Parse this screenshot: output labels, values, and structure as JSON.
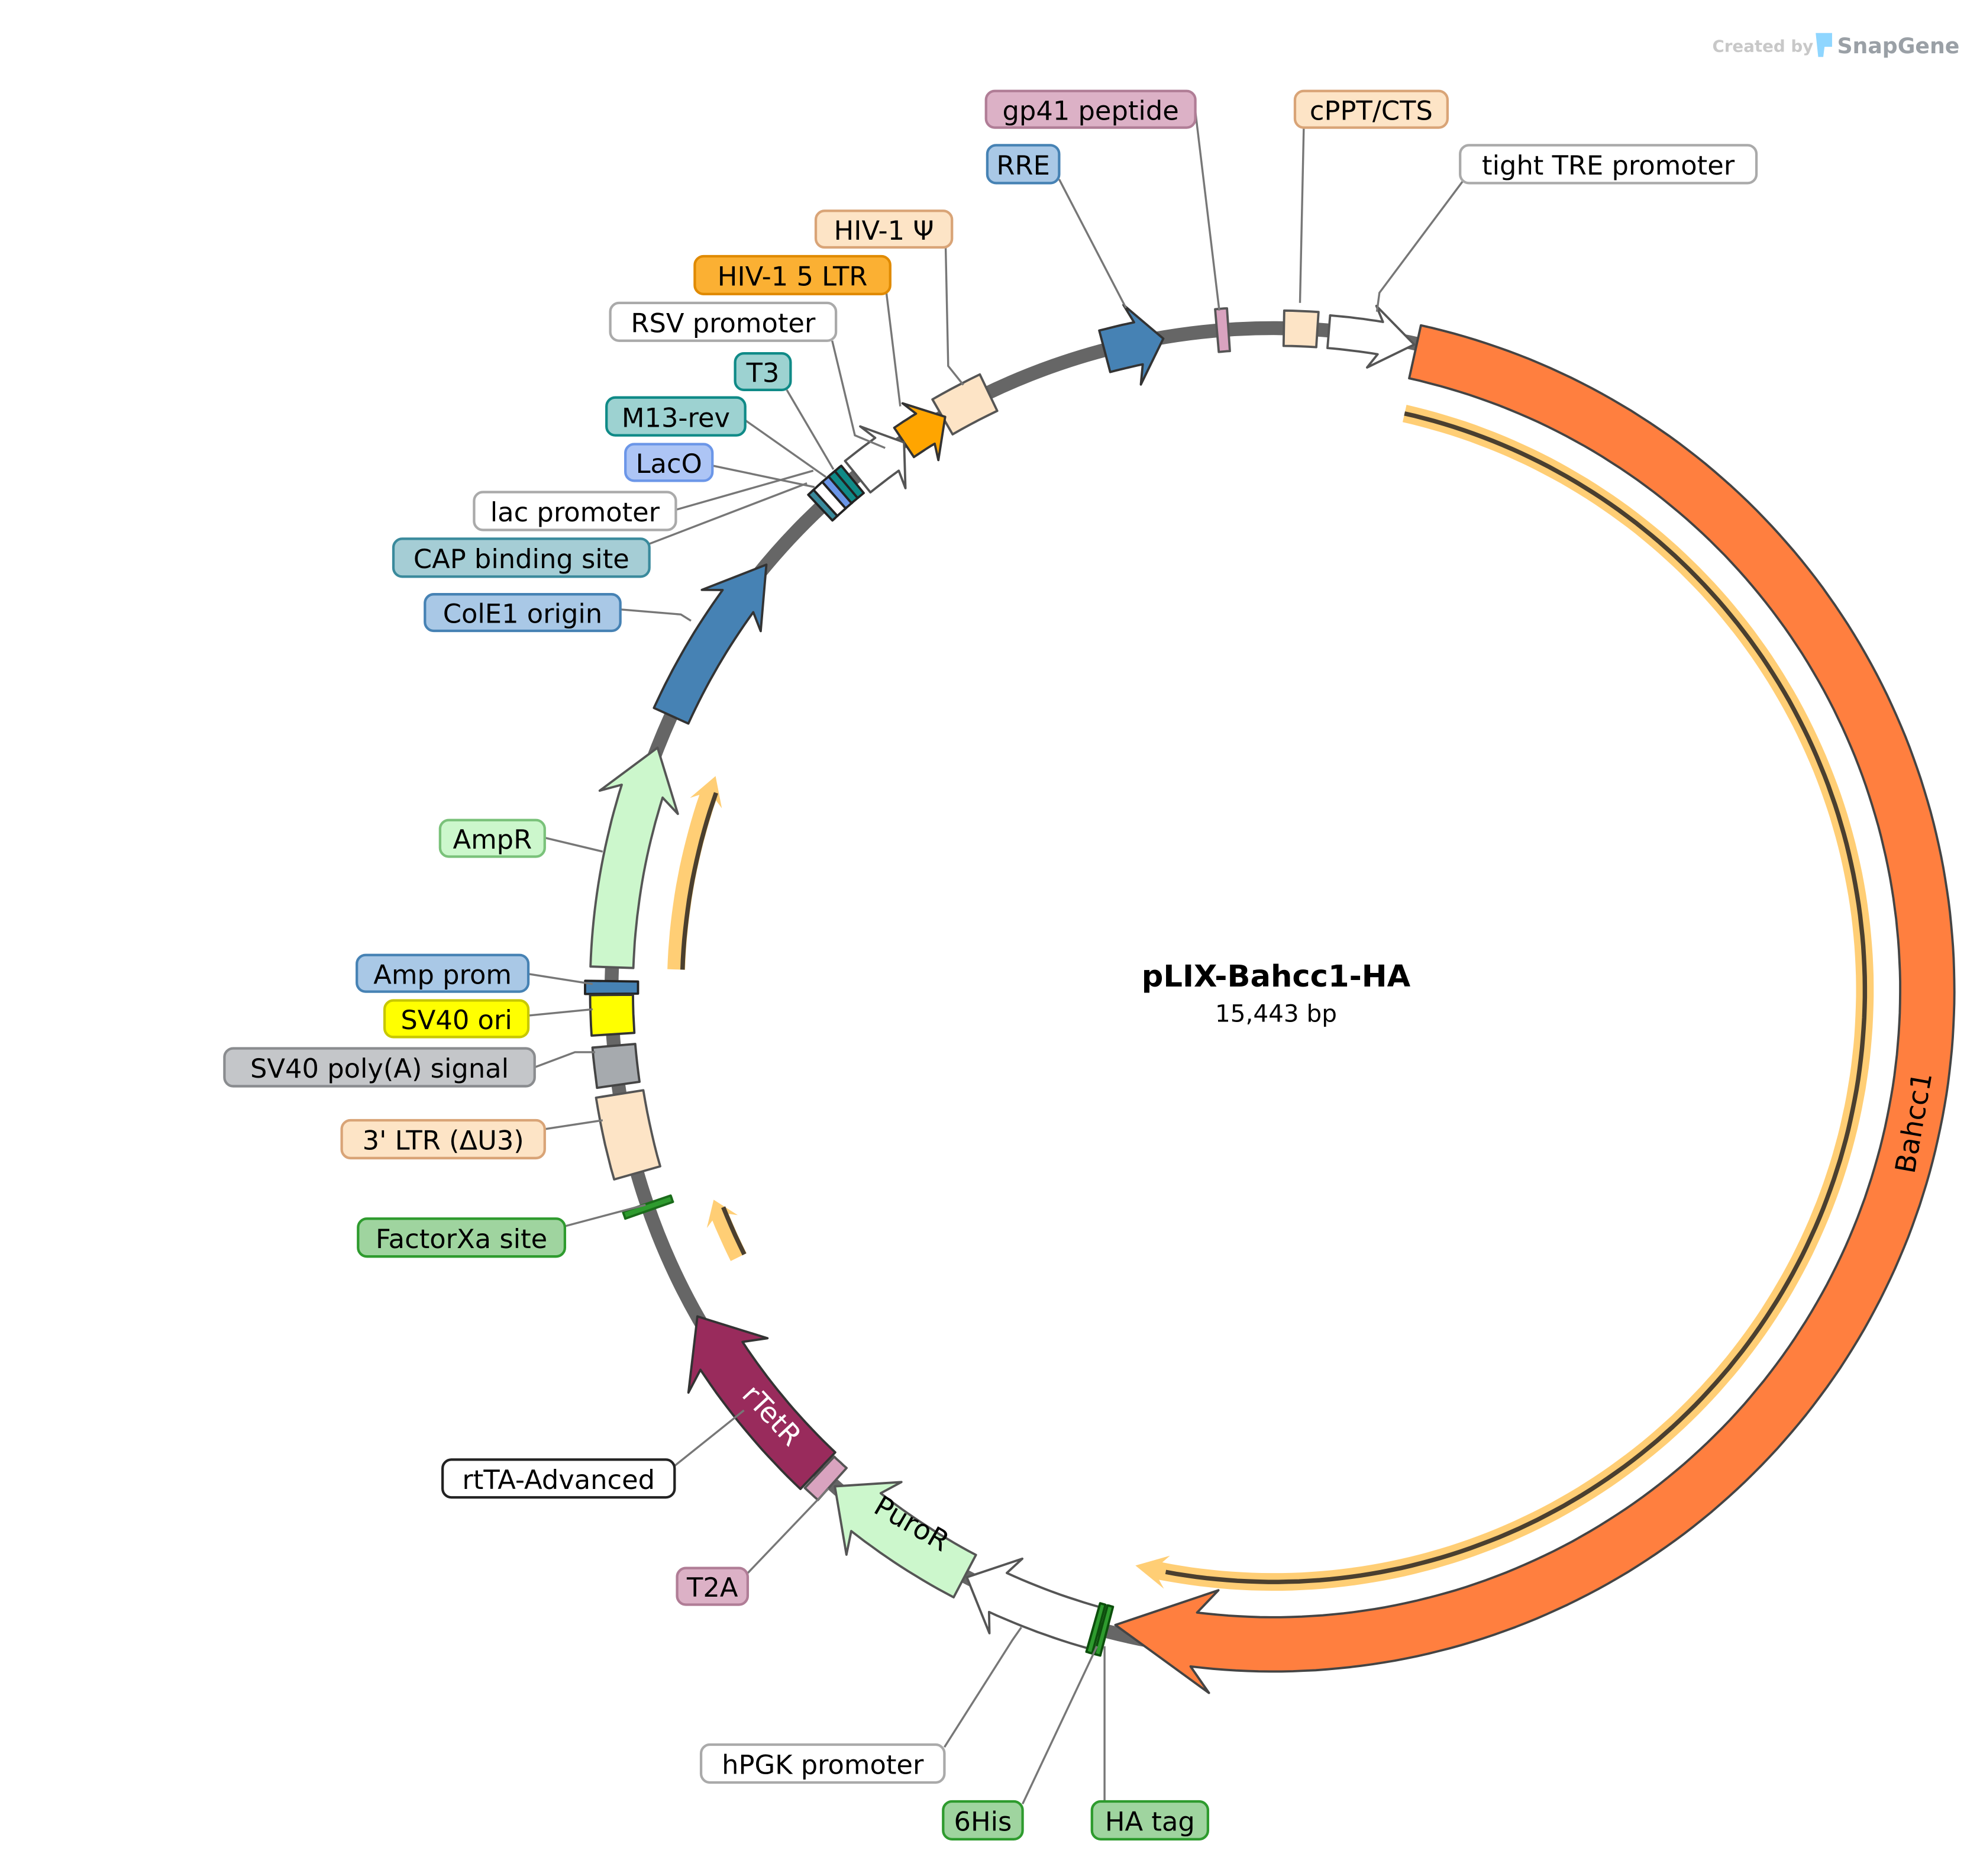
{
  "watermark": {
    "prefix": "Created by",
    "brand": "SnapGene"
  },
  "plasmid": {
    "name": "pLIX-Bahcc1-HA",
    "size": "15,443 bp"
  },
  "feature_inner_labels": {
    "bahcc1": "Bahcc1",
    "rtetr": "rTetR",
    "puror": "PuroR"
  },
  "labels": {
    "gp41": "gp41 peptide",
    "cppt": "cPPT/CTS",
    "tre": "tight TRE promoter",
    "rre": "RRE",
    "psi": "HIV-1 Ψ",
    "ltr5": "HIV-1 5 LTR",
    "rsv": "RSV promoter",
    "t3": "T3",
    "m13": "M13-rev",
    "laco": "LacO",
    "lacp": "lac promoter",
    "cap": "CAP binding site",
    "cole1": "ColE1 origin",
    "ampr": "AmpR",
    "ampprom": "Amp prom",
    "sv40ori": "SV40 ori",
    "sv40pa": "SV40 poly(A) signal",
    "ltr3": "3' LTR (ΔU3)",
    "fxa": "FactorXa site",
    "rtta": "rtTA-Advanced",
    "t2a": "T2A",
    "hpgk": "hPGK promoter",
    "his": "6His",
    "ha": "HA tag"
  },
  "colors": {
    "backbone": "#666666",
    "bahcc1": "#ff7f3f",
    "orf": "#ffc966",
    "rtetr": "#992b5c",
    "blue_feature": "#4682b4",
    "ampr": "#ccf7cc"
  }
}
